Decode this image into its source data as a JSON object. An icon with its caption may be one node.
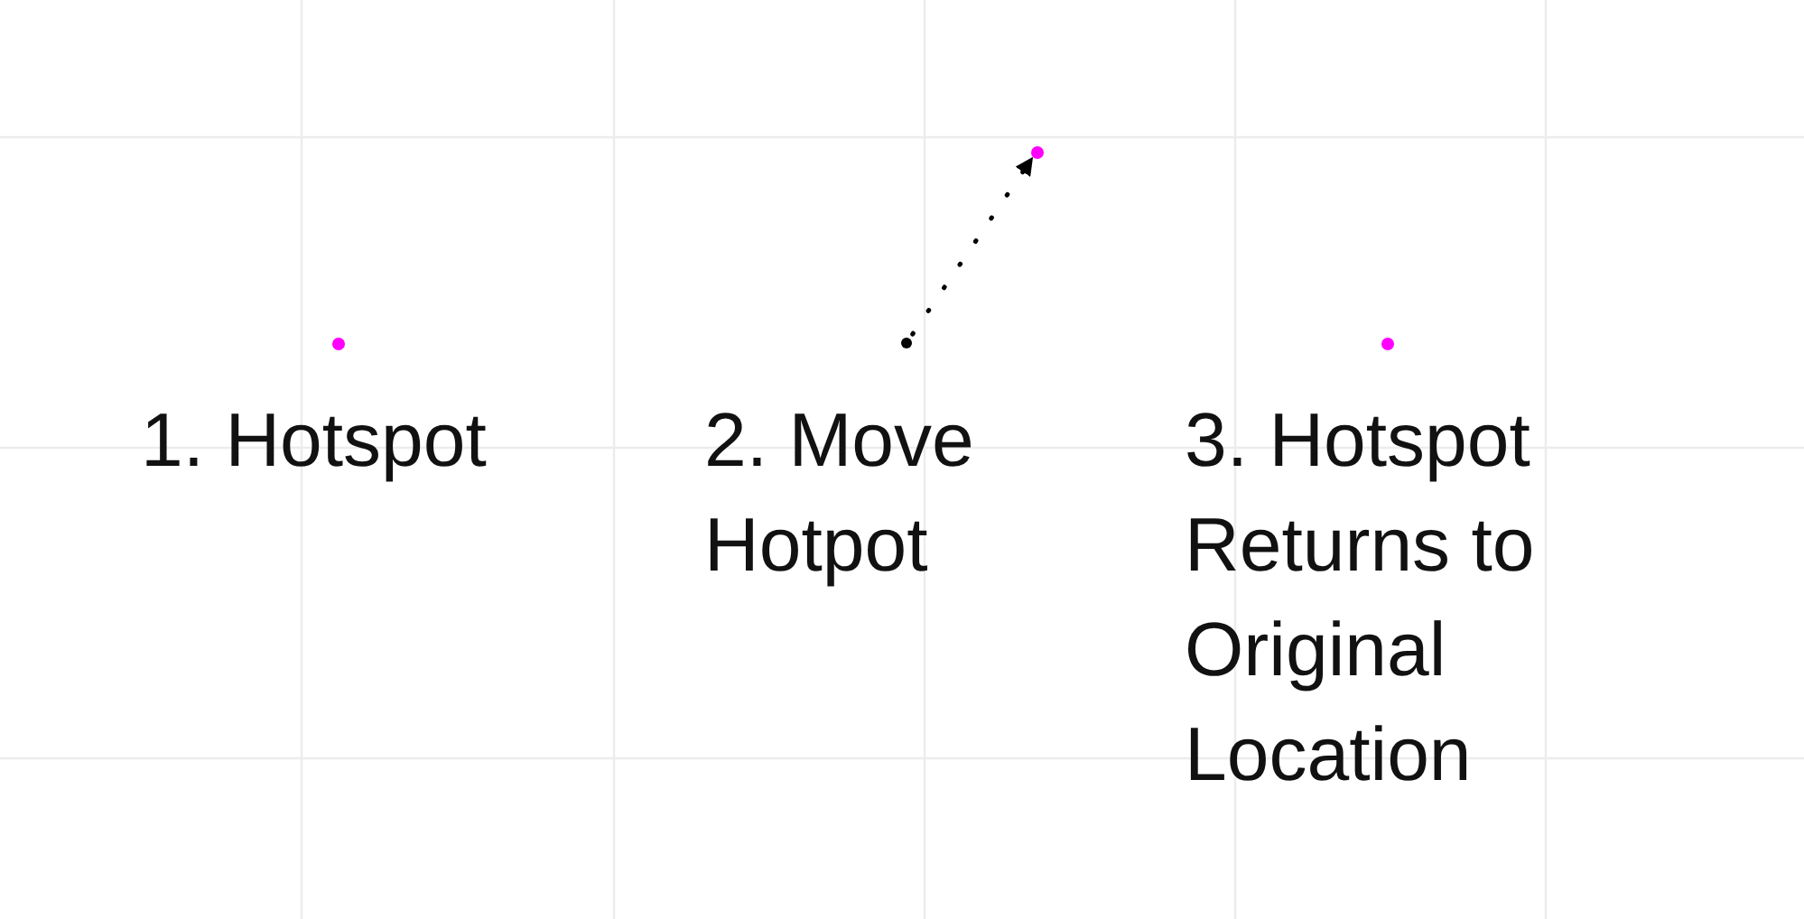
{
  "diagram": {
    "nodes": [
      {
        "text": [],
        "shape": "circle"
      },
      {
        "text": [],
        "shape": "circle"
      },
      {
        "text": [],
        "shape": "circle"
      },
      {
        "text": [],
        "shape": "circle"
      }
    ],
    "edges": [
      {
        "from": 1,
        "to": 2,
        "arrow": "to",
        "style": "dashed"
      }
    ],
    "labels": [
      "1. Hotspot",
      "2. Move Hotpot",
      "3. Hotspot Returns to Original Location"
    ]
  }
}
